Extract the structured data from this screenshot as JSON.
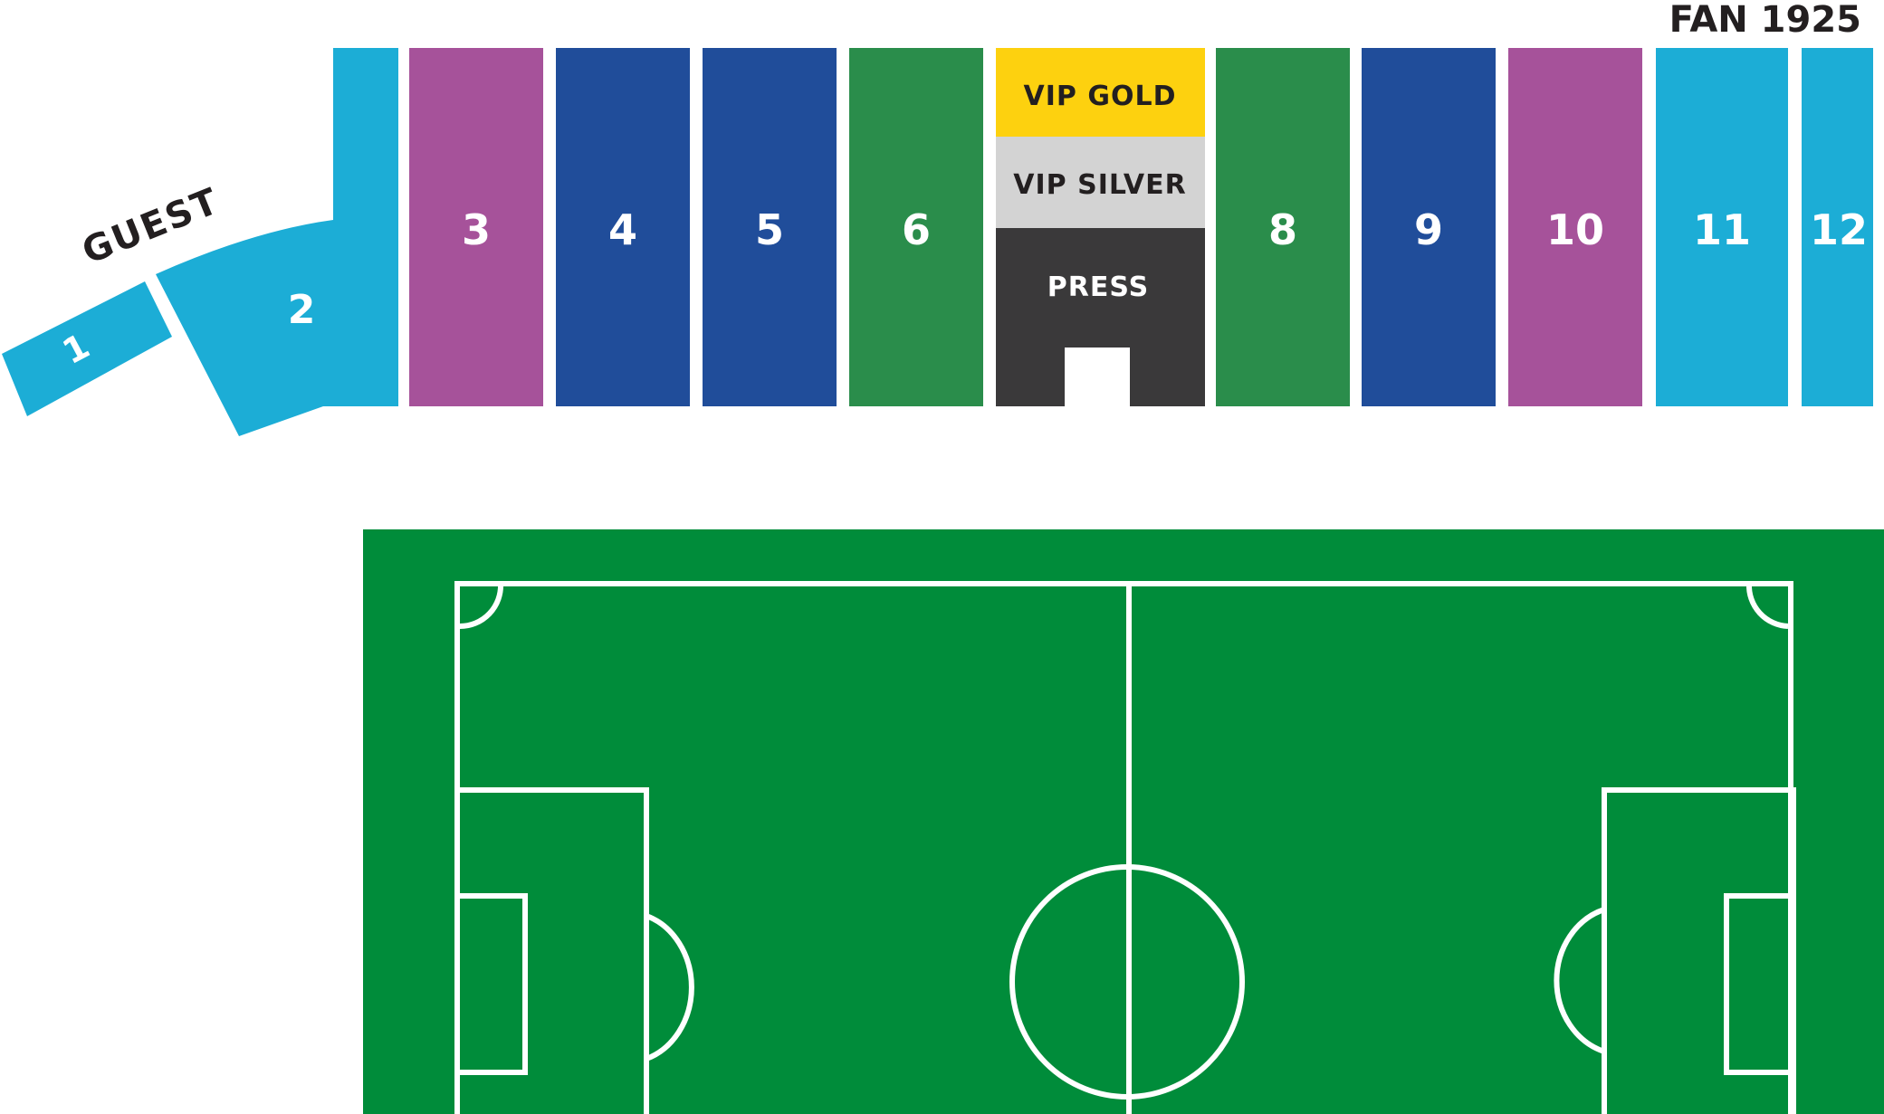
{
  "labels": {
    "fan": "FAN 1925",
    "guest": "GUEST"
  },
  "colors": {
    "light_blue": "#1cadd6",
    "purple": "#a6529a",
    "dark_blue": "#204d9a",
    "green": "#2a8d4b",
    "gold": "#fdd10f",
    "silver": "#d3d3d3",
    "press": "#3a393a",
    "pitch": "#008c3a",
    "pitch_lines": "#ffffff",
    "text_dark": "#231f20",
    "text_light": "#ffffff"
  },
  "sectors": [
    {
      "id": "1",
      "label": "1",
      "color": "light_blue"
    },
    {
      "id": "2",
      "label": "2",
      "color": "light_blue"
    },
    {
      "id": "3",
      "label": "3",
      "color": "purple"
    },
    {
      "id": "4",
      "label": "4",
      "color": "dark_blue"
    },
    {
      "id": "5",
      "label": "5",
      "color": "dark_blue"
    },
    {
      "id": "6",
      "label": "6",
      "color": "green"
    },
    {
      "id": "vip-gold",
      "label": "VIP GOLD",
      "color": "gold"
    },
    {
      "id": "vip-silver",
      "label": "VIP SILVER",
      "color": "silver"
    },
    {
      "id": "press",
      "label": "PRESS",
      "color": "press"
    },
    {
      "id": "8",
      "label": "8",
      "color": "green"
    },
    {
      "id": "9",
      "label": "9",
      "color": "dark_blue"
    },
    {
      "id": "10",
      "label": "10",
      "color": "purple"
    },
    {
      "id": "11",
      "label": "11",
      "color": "light_blue"
    },
    {
      "id": "12",
      "label": "12",
      "color": "light_blue"
    }
  ]
}
